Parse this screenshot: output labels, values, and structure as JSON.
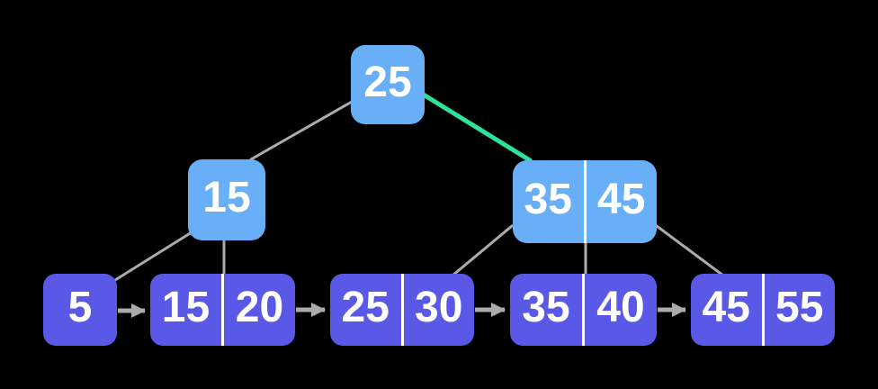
{
  "tree": {
    "root": {
      "keys": [
        "25"
      ]
    },
    "internal_left": {
      "keys": [
        "15"
      ]
    },
    "internal_right": {
      "keys": [
        "35",
        "45"
      ]
    },
    "leaf_1": {
      "keys": [
        "5"
      ]
    },
    "leaf_2": {
      "keys": [
        "15",
        "20"
      ]
    },
    "leaf_3": {
      "keys": [
        "25",
        "30"
      ]
    },
    "leaf_4": {
      "keys": [
        "35",
        "40"
      ]
    },
    "leaf_5": {
      "keys": [
        "45",
        "55"
      ]
    },
    "highlighted_edge": "root-to-internal-right"
  },
  "colors": {
    "background": "#000000",
    "internal_node": "#69aff8",
    "leaf_node": "#5a58e6",
    "node_glow": "#6fb6f9",
    "key_text": "#ffffff",
    "divider": "#ffffff",
    "edge": "#ababab",
    "highlight_edge": "#2de29a"
  }
}
